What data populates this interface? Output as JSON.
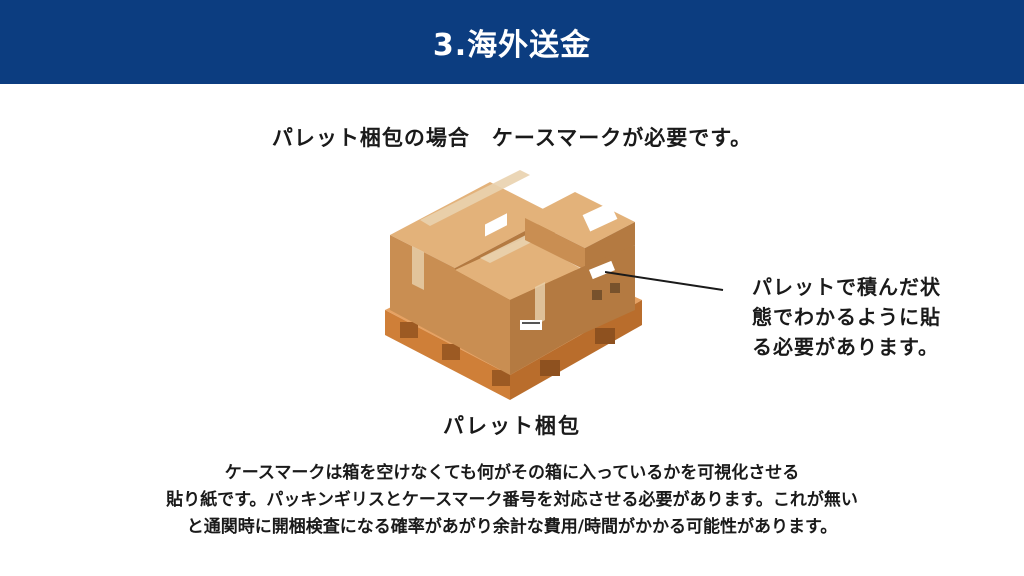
{
  "header": {
    "title": "3.海外送金"
  },
  "subtitle": "パレット梱包の場合　ケースマークが必要です。",
  "illustration": {
    "icon": "palletized-cardboard-boxes",
    "colors": {
      "box_top": "#e3b27a",
      "box_left": "#c98e52",
      "box_right": "#b47a41",
      "pallet": "#d88c45",
      "tape": "#e9d2ae"
    }
  },
  "callout": {
    "lines": [
      "パレットで積んだ状",
      "態でわかるように貼",
      "る必要があります。"
    ]
  },
  "caption": "パレット梱包",
  "description": {
    "lines": [
      "ケースマークは箱を空けなくても何がその箱に入っているかを可視化させる",
      "貼り紙です。パッキンギリスとケースマーク番号を対応させる必要があります。これが無い",
      "と通関時に開梱検査になる確率があがり余計な費用/時間がかかる可能性があります。"
    ]
  },
  "colors": {
    "header_bg": "#0c3d80",
    "header_text": "#ffffff",
    "text": "#1a1a1a"
  }
}
